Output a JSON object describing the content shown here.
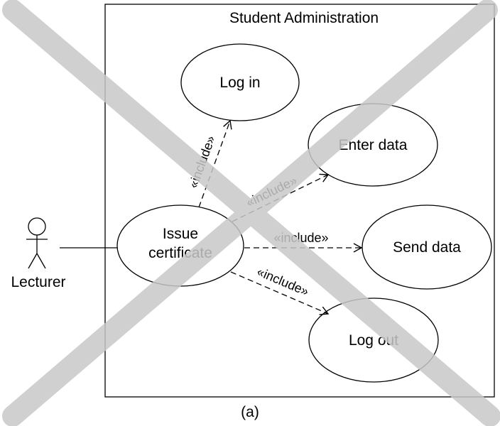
{
  "system_boundary": {
    "title": "Student Administration"
  },
  "actor": {
    "name": "Lecturer",
    "icon": "stick-figure-icon"
  },
  "use_cases": {
    "login": {
      "label": "Log in"
    },
    "enter_data": {
      "label": "Enter data"
    },
    "issue_certificate": {
      "line1": "Issue",
      "line2": "certificate"
    },
    "send_data": {
      "label": "Send data"
    },
    "logout": {
      "label": "Log out"
    }
  },
  "relationships": {
    "include_login": "«include»",
    "include_enter_data": "«include»",
    "include_send_data": "«include»",
    "include_logout": "«include»"
  },
  "caption": "(a)",
  "overlay": {
    "icon": "cross-out-icon",
    "color": "#c8c8c8"
  }
}
